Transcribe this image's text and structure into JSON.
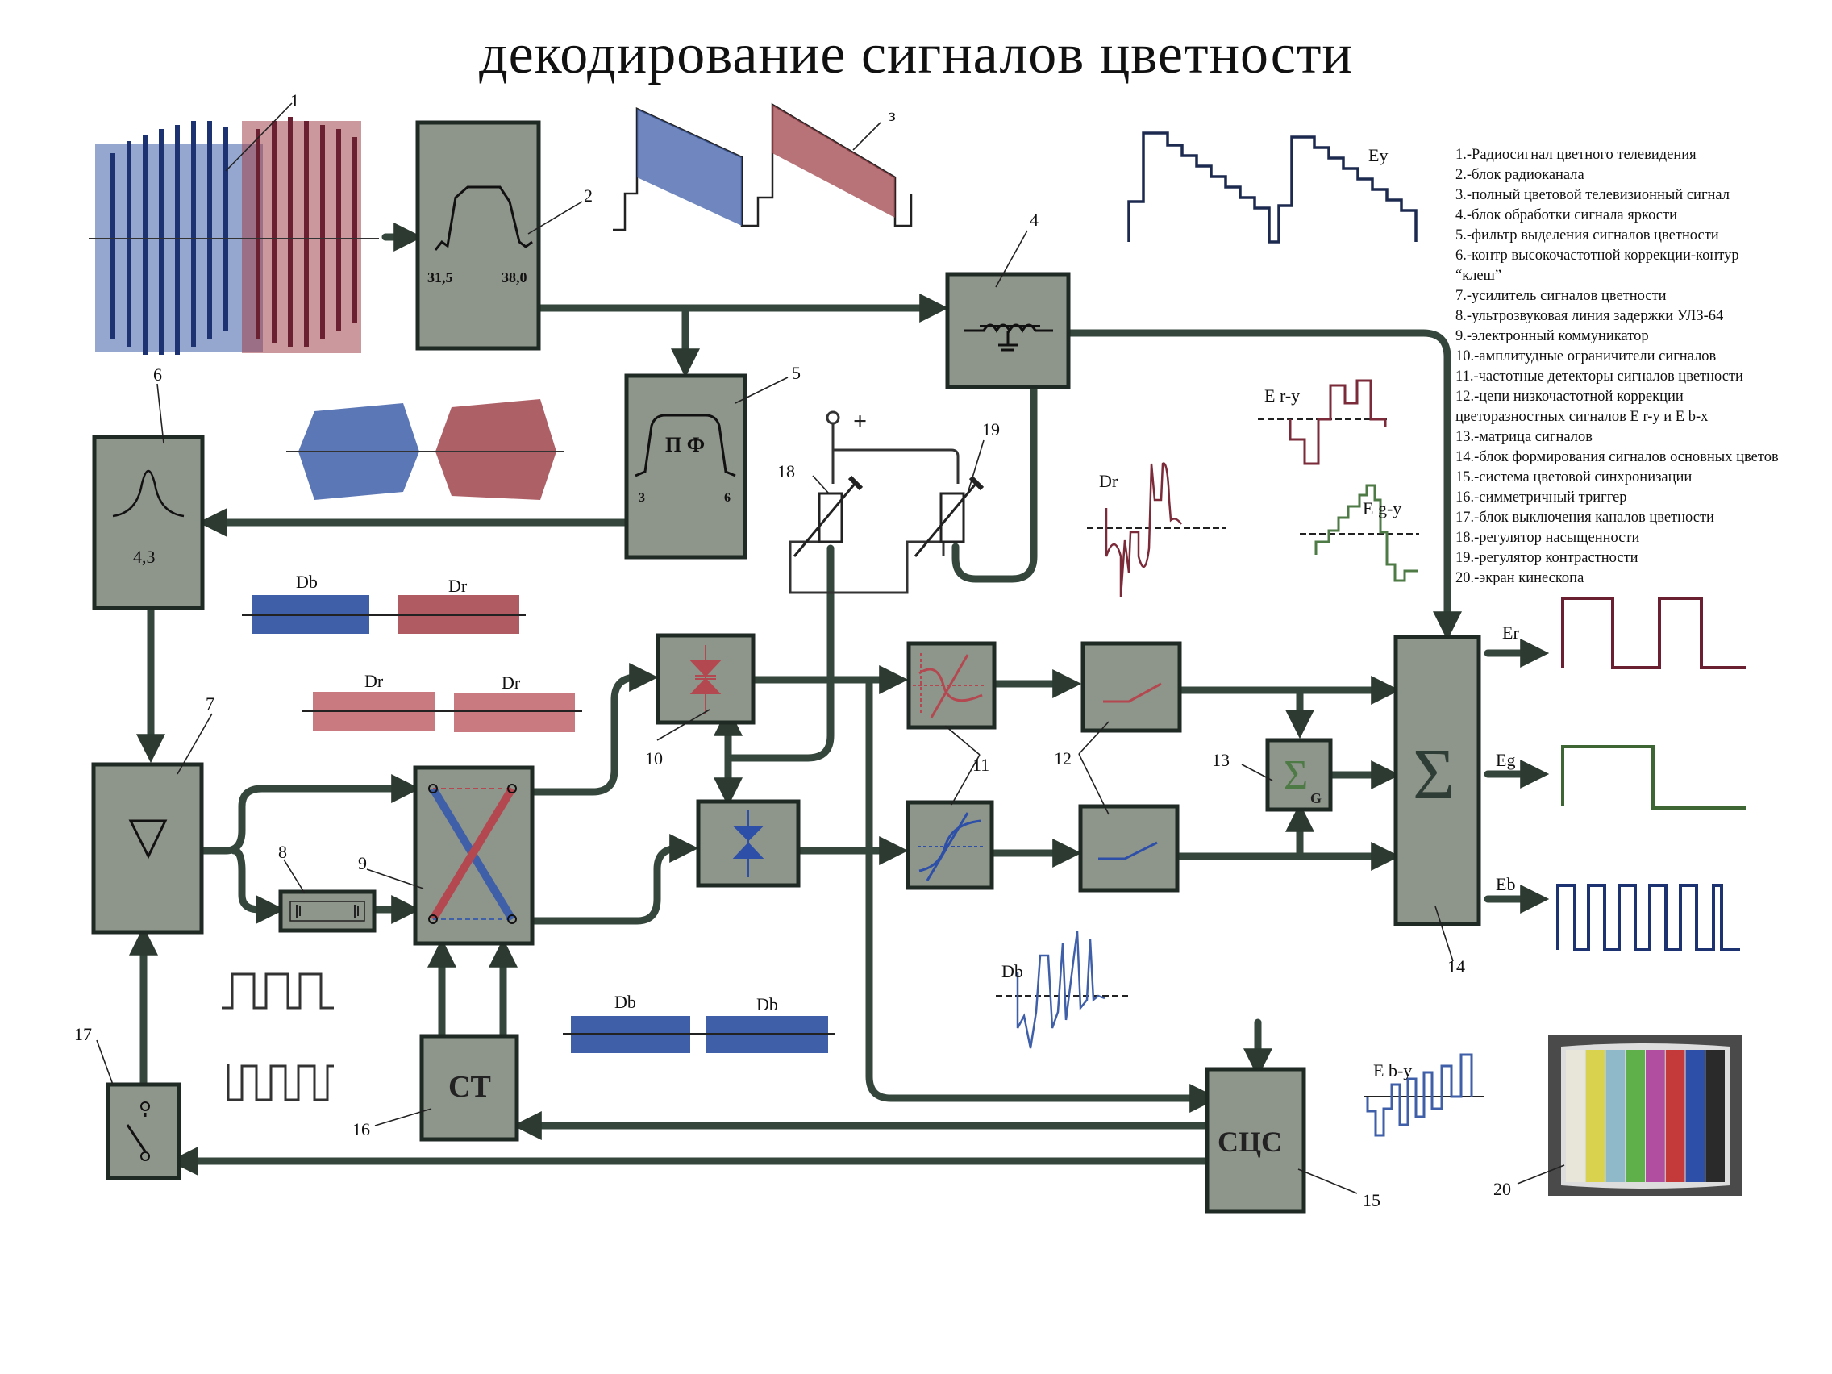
{
  "title": "декодирование сигналов цветности",
  "legend": [
    "1.-Радиосигнал цветного телевидения",
    "2.-блок радиоканала",
    "3.-полный цветовой телевизионный сигнал",
    "4.-блок обработки сигнала яркости",
    "5.-фильтр выделения сигналов цветности",
    "6.-контр высокочастотной коррекции-контур",
    "“клеш”",
    "7.-усилитель сигналов цветности",
    "8.-ультрозвуковая линия задержки УЛЗ-64",
    "9.-электронный коммуникатор",
    "10.-амплитудные ограничители сигналов",
    "11.-частотные детекторы сигналов цветности",
    "12.-цепи низкочастотной коррекции",
    "цветоразностных сигналов Е r-y и Е b-x",
    "13.-матрица сигналов",
    "14.-блок формирования сигналов основных цветов",
    "15.-система цветовой синхронизации",
    "16.-симметричный триггер",
    "17.-блок выключения каналов цветности",
    "18.-регулятор насыщенности",
    "19.-регулятор контрастности",
    "20.-экран кинескопа"
  ],
  "numbers": {
    "n1": "1",
    "n2": "2",
    "n3": "з",
    "n4": "4",
    "n5": "5",
    "n6": "6",
    "n7": "7",
    "n8": "8",
    "n9": "9",
    "n10": "10",
    "n11": "11",
    "n12": "12",
    "n13": "13",
    "n14": "14",
    "n15": "15",
    "n16": "16",
    "n17": "17",
    "n18": "18",
    "n19": "19",
    "n20": "20"
  },
  "block_text": {
    "rf_low": "31,5",
    "rf_high": "38,0",
    "pf": "П Ф",
    "pf_low": "3",
    "pf_high": "6",
    "klesh": "4,3",
    "trigger": "СТ",
    "sync": "СЦС",
    "matrix_g": "G",
    "plus": "+"
  },
  "signals": {
    "ey": "Ey",
    "ery": "E r-y",
    "egy": "E g-y",
    "eby": "E b-y",
    "dr_top": "Dr",
    "db_bottom": "Db",
    "db1": "Db",
    "dr1": "Dr",
    "dr2": "Dr",
    "dr3": "Dr",
    "db2": "Db",
    "db3": "Db",
    "er": "Er",
    "eg": "Eg",
    "eb": "Eb"
  },
  "colors": {
    "blue": "#3f5fa8",
    "red": "#a0444c",
    "green": "#4e7a45",
    "block": "#8e958a",
    "wire": "#35463c"
  },
  "screen_bars": [
    "#e8e6d8",
    "#d8d24e",
    "#8fb8c8",
    "#5fb04a",
    "#b24ea0",
    "#c43a3a",
    "#2d4fa8",
    "#2a2a2a"
  ]
}
